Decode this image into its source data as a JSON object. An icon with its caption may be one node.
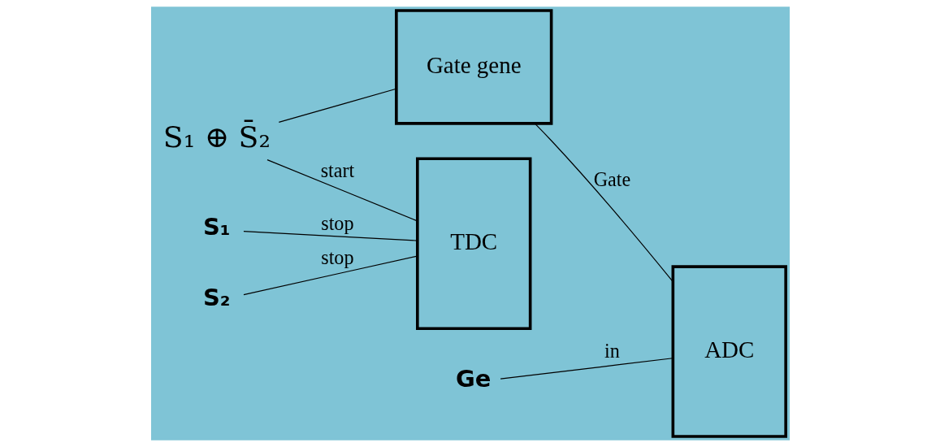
{
  "diagram": {
    "nodes": [
      {
        "text": [
          "S₁ ⊕ S̄₂"
        ]
      },
      {
        "text": [
          "TDC"
        ]
      },
      {
        "text": [
          "S₁"
        ]
      },
      {
        "text": [
          "S₂"
        ]
      },
      {
        "text": [
          "Gate gene"
        ]
      },
      {
        "text": [
          "ADC"
        ]
      },
      {
        "text": [
          "Ge"
        ]
      }
    ],
    "edges": [
      {
        "from": 0,
        "to": 1,
        "arrow": "none",
        "label": "start"
      },
      {
        "from": 0,
        "to": 4,
        "arrow": "none"
      },
      {
        "from": 2,
        "to": 1,
        "arrow": "none",
        "label": "stop"
      },
      {
        "from": 3,
        "to": 1,
        "arrow": "none",
        "label": "stop"
      },
      {
        "from": 4,
        "to": 5,
        "arrow": "none",
        "label": "Gate"
      },
      {
        "from": 6,
        "to": 5,
        "arrow": "none",
        "label": "in"
      }
    ]
  }
}
